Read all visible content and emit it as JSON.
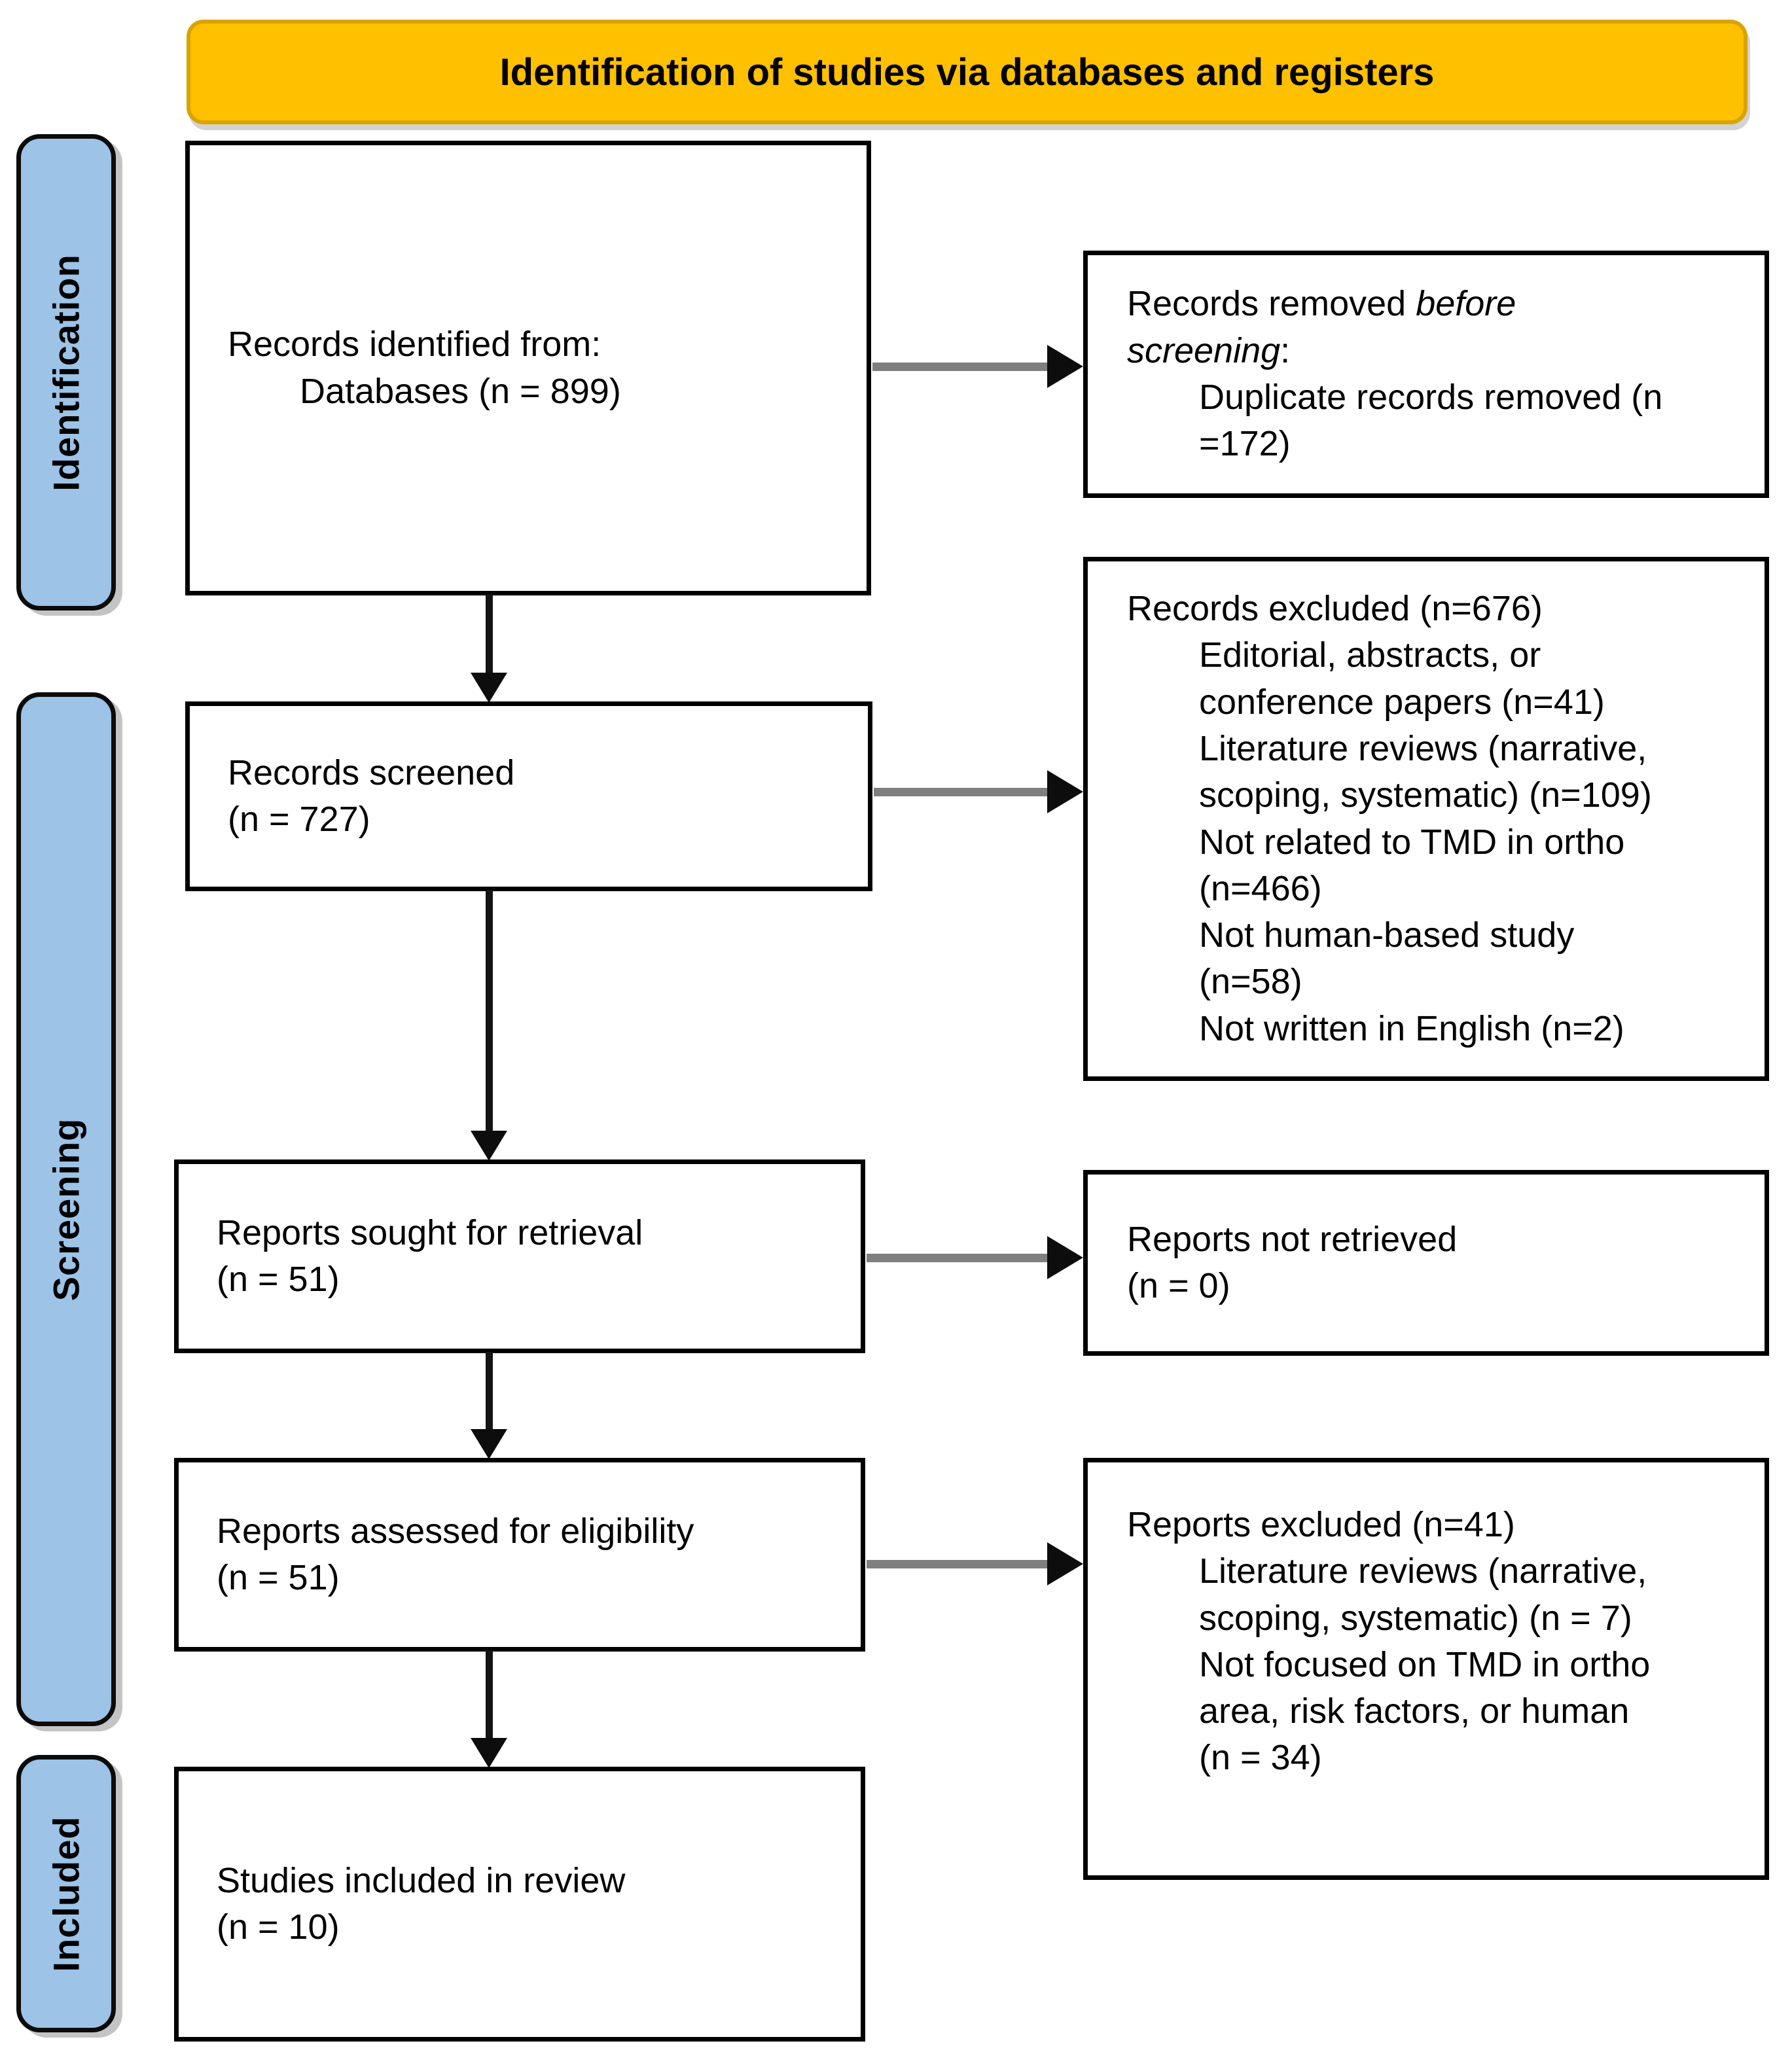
{
  "banner": {
    "title": "Identification of studies via databases and registers"
  },
  "colors": {
    "banner_bg": "#FFC000",
    "sidebar_bg": "#9DC3E6",
    "box_border": "#000000",
    "arrow_shaft_gray": "#7F7F7F",
    "arrow_head_black": "#0D0D0D"
  },
  "sidebar": {
    "identification": "Identification",
    "screening": "Screening",
    "included": "Included"
  },
  "boxes": {
    "identified": {
      "line1": "Records identified from:",
      "line2": "Databases (n = 899)"
    },
    "removed": {
      "title_pre": "Records removed ",
      "title_italic": "before screening",
      "title_post": ":",
      "item1": "Duplicate records removed (n =172)"
    },
    "screened": {
      "line1": "Records screened",
      "line2": "(n = 727)"
    },
    "records_excluded": {
      "title": "Records excluded (n=676)",
      "items": [
        "Editorial, abstracts, or conference papers (n=41)",
        "Literature reviews (narrative, scoping, systematic) (n=109)",
        "Not related to TMD in ortho (n=466)",
        "Not human-based study (n=58)",
        "Not written in English (n=2)"
      ]
    },
    "sought": {
      "line1": "Reports sought for retrieval",
      "line2": "(n = 51)"
    },
    "not_retrieved": {
      "line1": "Reports not retrieved",
      "line2": "(n = 0)"
    },
    "assessed": {
      "line1": "Reports assessed for eligibility",
      "line2": "(n = 51)"
    },
    "reports_excluded": {
      "title": "Reports excluded (n=41)",
      "items": [
        "Literature reviews (narrative, scoping, systematic) (n = 7)",
        "Not focused on TMD in ortho area, risk factors, or human (n = 34)"
      ]
    },
    "included_box": {
      "line1": "Studies included in review",
      "line2": "(n = 10)"
    }
  }
}
